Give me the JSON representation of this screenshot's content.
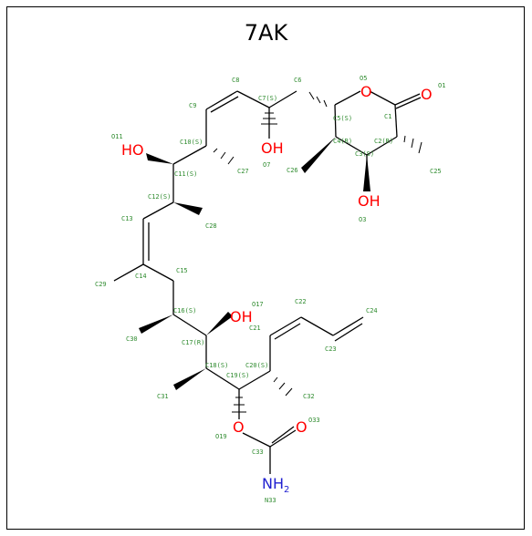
{
  "title": "7AK",
  "hetero_labels": {
    "oh": "OH",
    "ho": "HO",
    "o": "O",
    "nh": "NH",
    "nh_sub": "2"
  },
  "atom_labels": {
    "C8": "C8",
    "C6": "C6",
    "O5": "O5",
    "O1": "O1",
    "C9": "C9",
    "C7": "C7(S)",
    "C5": "C5(S)",
    "C1": "C1",
    "O11": "O11",
    "C10": "C10(S)",
    "C4": "C4(R)",
    "C2": "C2(R)",
    "C3": "C3(S)",
    "O7": "O7",
    "C11": "C11(S)",
    "C26": "C26",
    "C27": "C27",
    "C25": "C25",
    "C12": "C12(S)",
    "O3": "O3",
    "C13": "C13",
    "C28": "C28",
    "C14": "C14",
    "C15": "C15",
    "C29": "C29",
    "O17": "O17",
    "C22": "C22",
    "C24": "C24",
    "C16": "C16(S)",
    "C21": "C21",
    "C23": "C23",
    "C30": "C30",
    "C17": "C17(R)",
    "C18": "C18(S)",
    "C20": "C20(S)",
    "C19": "C19(S)",
    "C31": "C31",
    "C32": "C32",
    "O33": "O33",
    "O19": "O19",
    "C33": "C33",
    "N33": "N33"
  }
}
